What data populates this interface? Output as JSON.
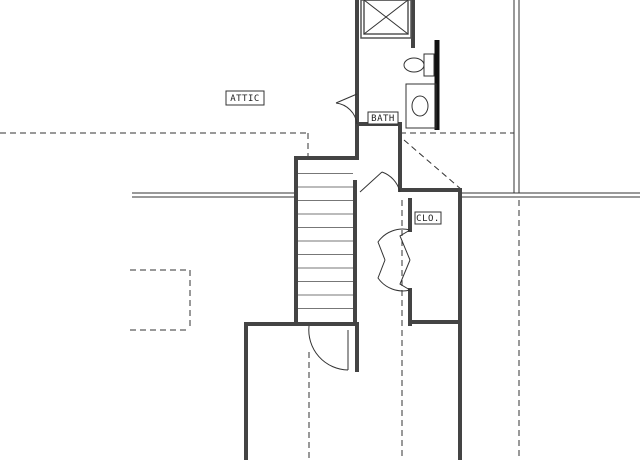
{
  "plan": {
    "rooms": {
      "attic": "ATTIC",
      "bath": "BATH",
      "closet": "CLO."
    },
    "stair_treads": 11
  }
}
